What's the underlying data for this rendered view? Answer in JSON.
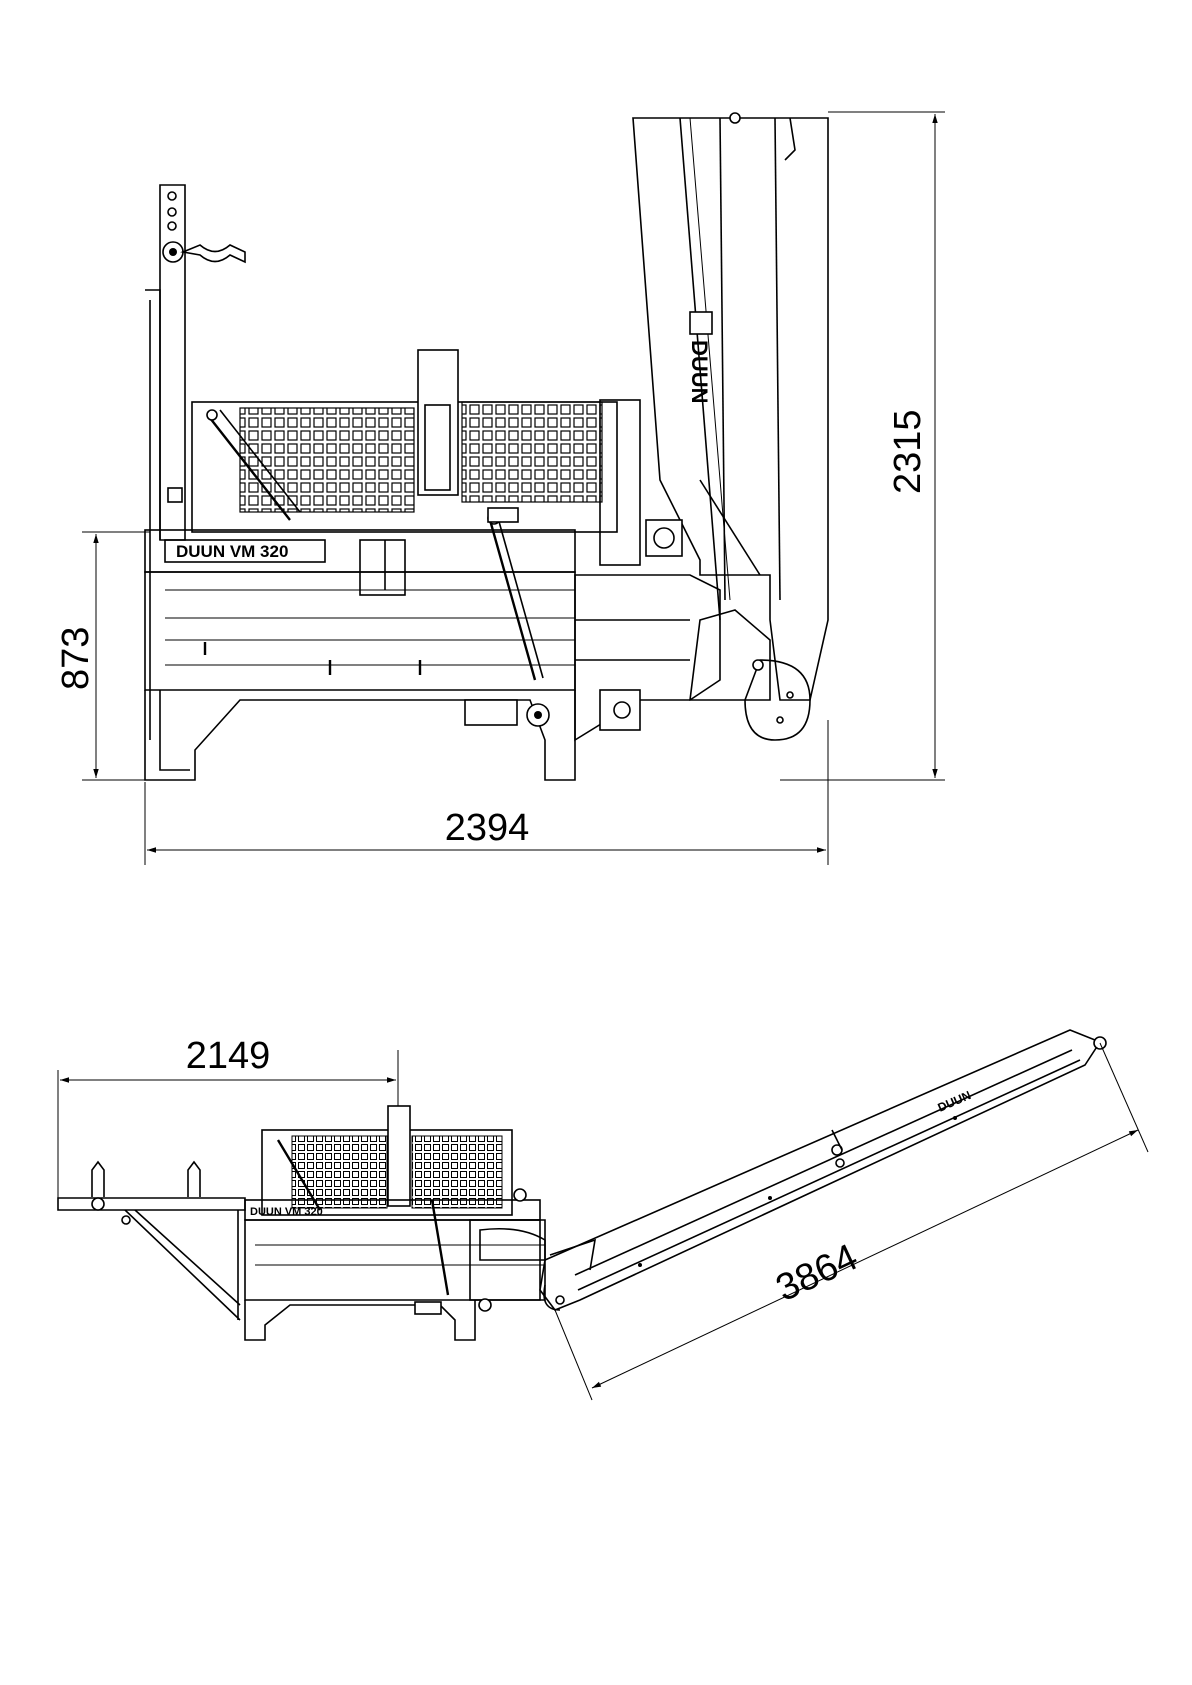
{
  "views": {
    "side": {
      "dimensions": {
        "height_total": "2315",
        "height_table": "873",
        "length": "2394"
      },
      "labels": {
        "machine": "DUUN VM 320",
        "conveyor_brand": "DUUN"
      }
    },
    "transport": {
      "dimensions": {
        "front_length": "2149",
        "conveyor_length": "3864"
      },
      "labels": {
        "machine": "DUUN VM 320",
        "conveyor_brand": "DUUN"
      }
    }
  }
}
